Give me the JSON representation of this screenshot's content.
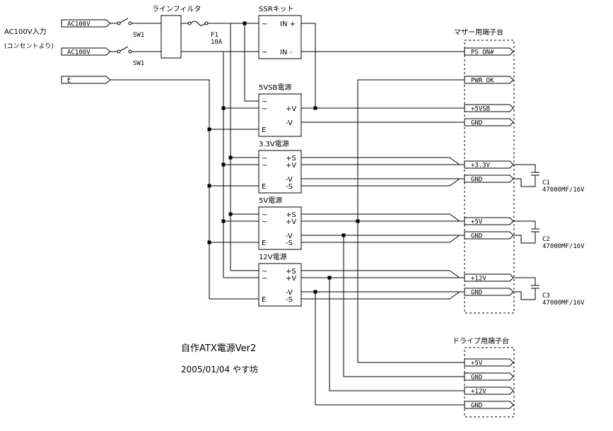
{
  "inputs": {
    "ac_label": "AC100V入力",
    "ac_sub": "(コンセントより)",
    "flag1": "AC100V",
    "flag2": "AC100V",
    "flag_e": "E",
    "sw1a": "SW1",
    "sw1b": "SW1"
  },
  "filter": {
    "label": "ラインフィルタ"
  },
  "fuse": {
    "name": "F1",
    "rating": "10A"
  },
  "ssr": {
    "label": "SSRキット",
    "in_plus": "IN +",
    "in_minus": "IN -",
    "tilde": "~"
  },
  "modules": [
    {
      "id": "5vsb",
      "label": "5VSB電源",
      "pins": [
        "~",
        "~",
        "+V",
        "-V",
        "E"
      ]
    },
    {
      "id": "3v3",
      "label": "3.3V電源",
      "pins": [
        "~",
        "~",
        "+S",
        "+V",
        "-V",
        "-S",
        "E"
      ]
    },
    {
      "id": "5v",
      "label": "5V電源",
      "pins": [
        "~",
        "~",
        "+S",
        "+V",
        "-V",
        "-S",
        "E"
      ]
    },
    {
      "id": "12v",
      "label": "12V電源",
      "pins": [
        "~",
        "~",
        "+S",
        "+V",
        "-V",
        "-S",
        "E"
      ]
    }
  ],
  "mother": {
    "label": "マザー用端子台",
    "terminals": [
      "PS_ON#",
      "PWR_OK",
      "+5VSB",
      "GND",
      "+3.3V",
      "GND",
      "+5V",
      "GND",
      "+12V",
      "GND"
    ]
  },
  "drive": {
    "label": "ドライブ用端子台",
    "terminals": [
      "+5V",
      "GND",
      "+12V",
      "GND"
    ]
  },
  "capacitors": [
    {
      "name": "C1",
      "value": "47000MF/16V"
    },
    {
      "name": "C2",
      "value": "47000MF/16V"
    },
    {
      "name": "C3",
      "value": "47000MF/16V"
    }
  ],
  "footer": {
    "title": "自作ATX電源Ver2",
    "credit": "2005/01/04 やす坊"
  }
}
